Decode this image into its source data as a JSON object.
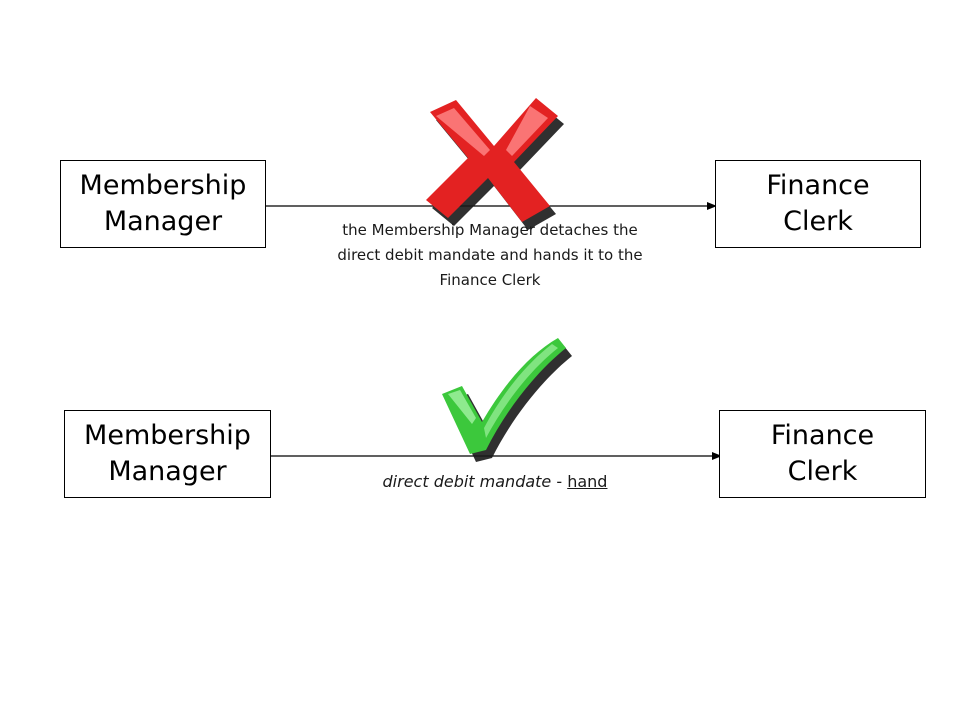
{
  "incorrect_example": {
    "source_box": {
      "line1": "Membership",
      "line2": "Manager"
    },
    "target_box": {
      "line1": "Finance",
      "line2": "Clerk"
    },
    "flow_caption": {
      "line1": "the Membership Manager detaches the",
      "line2": "direct debit mandate and hands it to the",
      "line3": "Finance Clerk"
    },
    "status_icon": "red-cross-icon",
    "status_color": "#e32222"
  },
  "correct_example": {
    "source_box": {
      "line1": "Membership",
      "line2": "Manager"
    },
    "target_box": {
      "line1": "Finance",
      "line2": "Clerk"
    },
    "flow_caption": {
      "term": "direct debit mandate",
      "separator": " - ",
      "verb": "hand"
    },
    "status_icon": "green-check-icon",
    "status_color": "#3cc83c"
  }
}
